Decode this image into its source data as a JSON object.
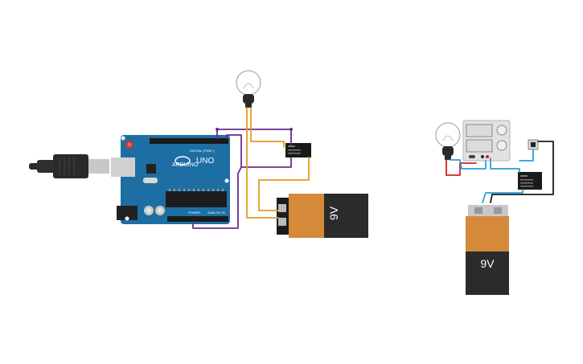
{
  "arduino": {
    "logo_text": "ARDUINO",
    "model": "UNO",
    "digital_label": "DIGITAL (PWM~)",
    "power_label": "POWER",
    "analog_label": "ANALOG IN"
  },
  "battery_left": {
    "label": "9V"
  },
  "battery_right": {
    "label": "9V"
  },
  "colors": {
    "wire_purple": "#6a2c8c",
    "wire_orange": "#e49b1c",
    "wire_red": "#d42020",
    "wire_teal": "#2a9fd6",
    "wire_black": "#1a1a1a",
    "board_blue": "#1d6fa3",
    "battery_orange": "#d58a3a",
    "battery_black": "#2b2b2b"
  }
}
